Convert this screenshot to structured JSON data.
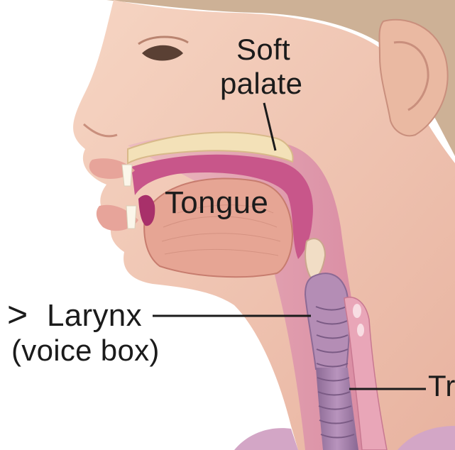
{
  "labels": {
    "soft_palate_line1": "Soft",
    "soft_palate_line2": "palate",
    "tongue": "Tongue",
    "chevron": ">",
    "larynx": "Larynx",
    "larynx_sub": "(voice box)",
    "trachea_partial": "Tr"
  },
  "colors": {
    "background": "#ffffff",
    "skin": "#f2c9b4",
    "skin_shadow": "#e3a994",
    "soft_tissue": "#d98aa2",
    "palate_pink": "#c8568a",
    "tongue": "#e8a494",
    "larynx": "#b78fb5",
    "trachea": "#a07ea8",
    "hair": "#c8a98c",
    "leader_line": "#1b1b1b"
  }
}
